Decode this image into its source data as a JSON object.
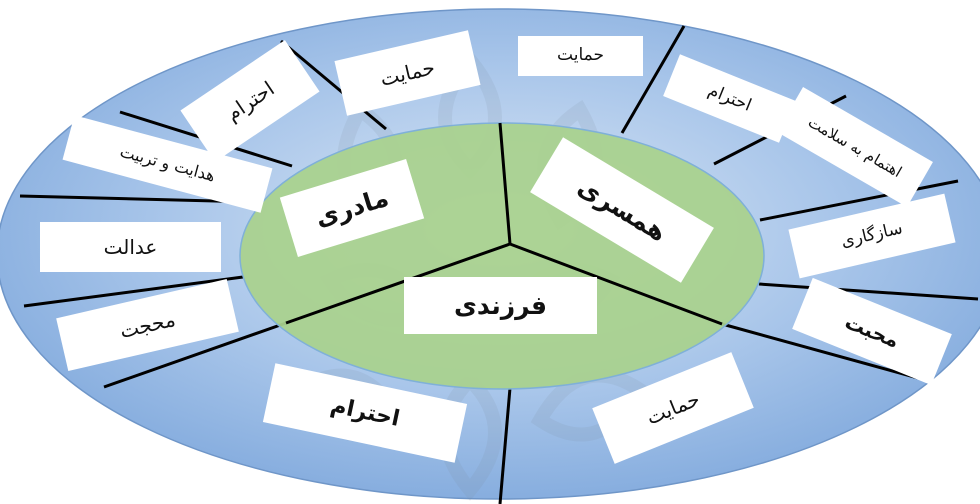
{
  "diagram": {
    "center": {
      "motherhood": "مادری",
      "spousal": "همسری",
      "filial": "فرزندی"
    },
    "motherhood_values": {
      "support": "حمایت",
      "respect": "احترام",
      "guidance": "هدایت و تربیت",
      "justice": "عدالت",
      "love": "محجت"
    },
    "spousal_values": {
      "support": "حمایت",
      "respect": "احترام",
      "health_care": "اهتمام به سلامت",
      "compatibility": "سازگاری",
      "love": "محبت"
    },
    "filial_values": {
      "respect": "احترام",
      "support": "حمایت"
    },
    "colors": {
      "outer_ring": "#8db3e2",
      "inner_disc": "#a9d18e",
      "divider": "#000000",
      "card": "#ffffff"
    }
  }
}
